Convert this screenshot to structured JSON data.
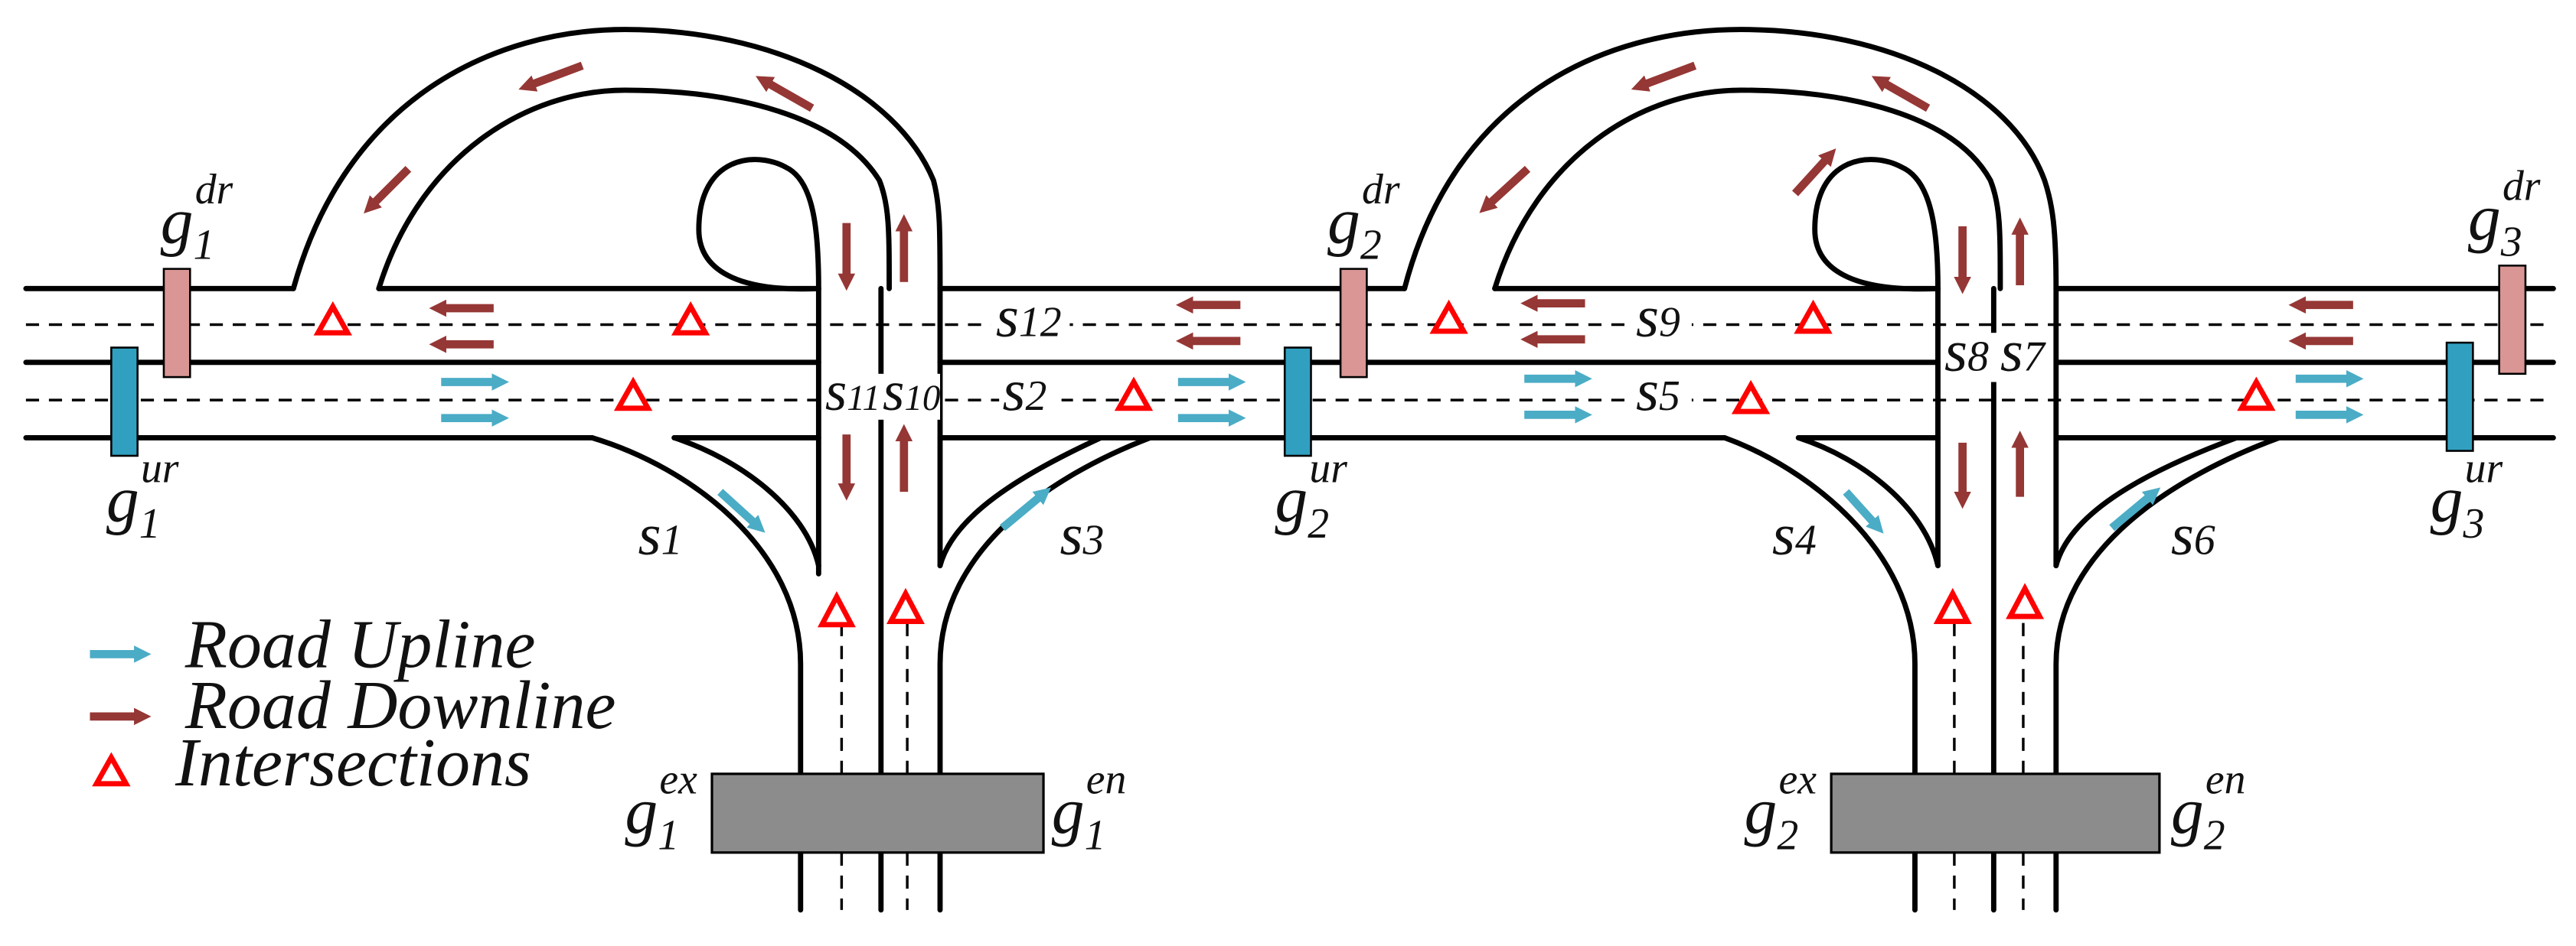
{
  "colors": {
    "road": "#000000",
    "upline": "#4bacc6",
    "downline": "#953735",
    "intersection": "#ff0000",
    "gantry_ur": "#31a0c0",
    "gantry_dr": "#d99694",
    "toll_booth": "#8c8c8c"
  },
  "gantries": {
    "g1_dr": {
      "base": "g",
      "sub": "1",
      "sup": "dr"
    },
    "g1_ur": {
      "base": "g",
      "sub": "1",
      "sup": "ur"
    },
    "g2_dr": {
      "base": "g",
      "sub": "2",
      "sup": "dr"
    },
    "g2_ur": {
      "base": "g",
      "sub": "2",
      "sup": "ur"
    },
    "g3_dr": {
      "base": "g",
      "sub": "3",
      "sup": "dr"
    },
    "g3_ur": {
      "base": "g",
      "sub": "3",
      "sup": "ur"
    }
  },
  "toll_gates": {
    "g1_ex": {
      "base": "g",
      "sub": "1",
      "sup": "ex"
    },
    "g1_en": {
      "base": "g",
      "sub": "1",
      "sup": "en"
    },
    "g2_ex": {
      "base": "g",
      "sub": "2",
      "sup": "ex"
    },
    "g2_en": {
      "base": "g",
      "sub": "2",
      "sup": "en"
    }
  },
  "segments": {
    "s1": {
      "base": "s",
      "sub": "1"
    },
    "s2": {
      "base": "s",
      "sub": "2"
    },
    "s3": {
      "base": "s",
      "sub": "3"
    },
    "s4": {
      "base": "s",
      "sub": "4"
    },
    "s5": {
      "base": "s",
      "sub": "5"
    },
    "s6": {
      "base": "s",
      "sub": "6"
    },
    "s7": {
      "base": "s",
      "sub": "7"
    },
    "s8": {
      "base": "s",
      "sub": "8"
    },
    "s9": {
      "base": "s",
      "sub": "9"
    },
    "s10": {
      "base": "s",
      "sub": "10"
    },
    "s11": {
      "base": "s",
      "sub": "11"
    },
    "s12": {
      "base": "s",
      "sub": "12"
    }
  },
  "legend": {
    "upline": "Road Upline",
    "downline": "Road Downline",
    "intersections": "Intersections"
  }
}
